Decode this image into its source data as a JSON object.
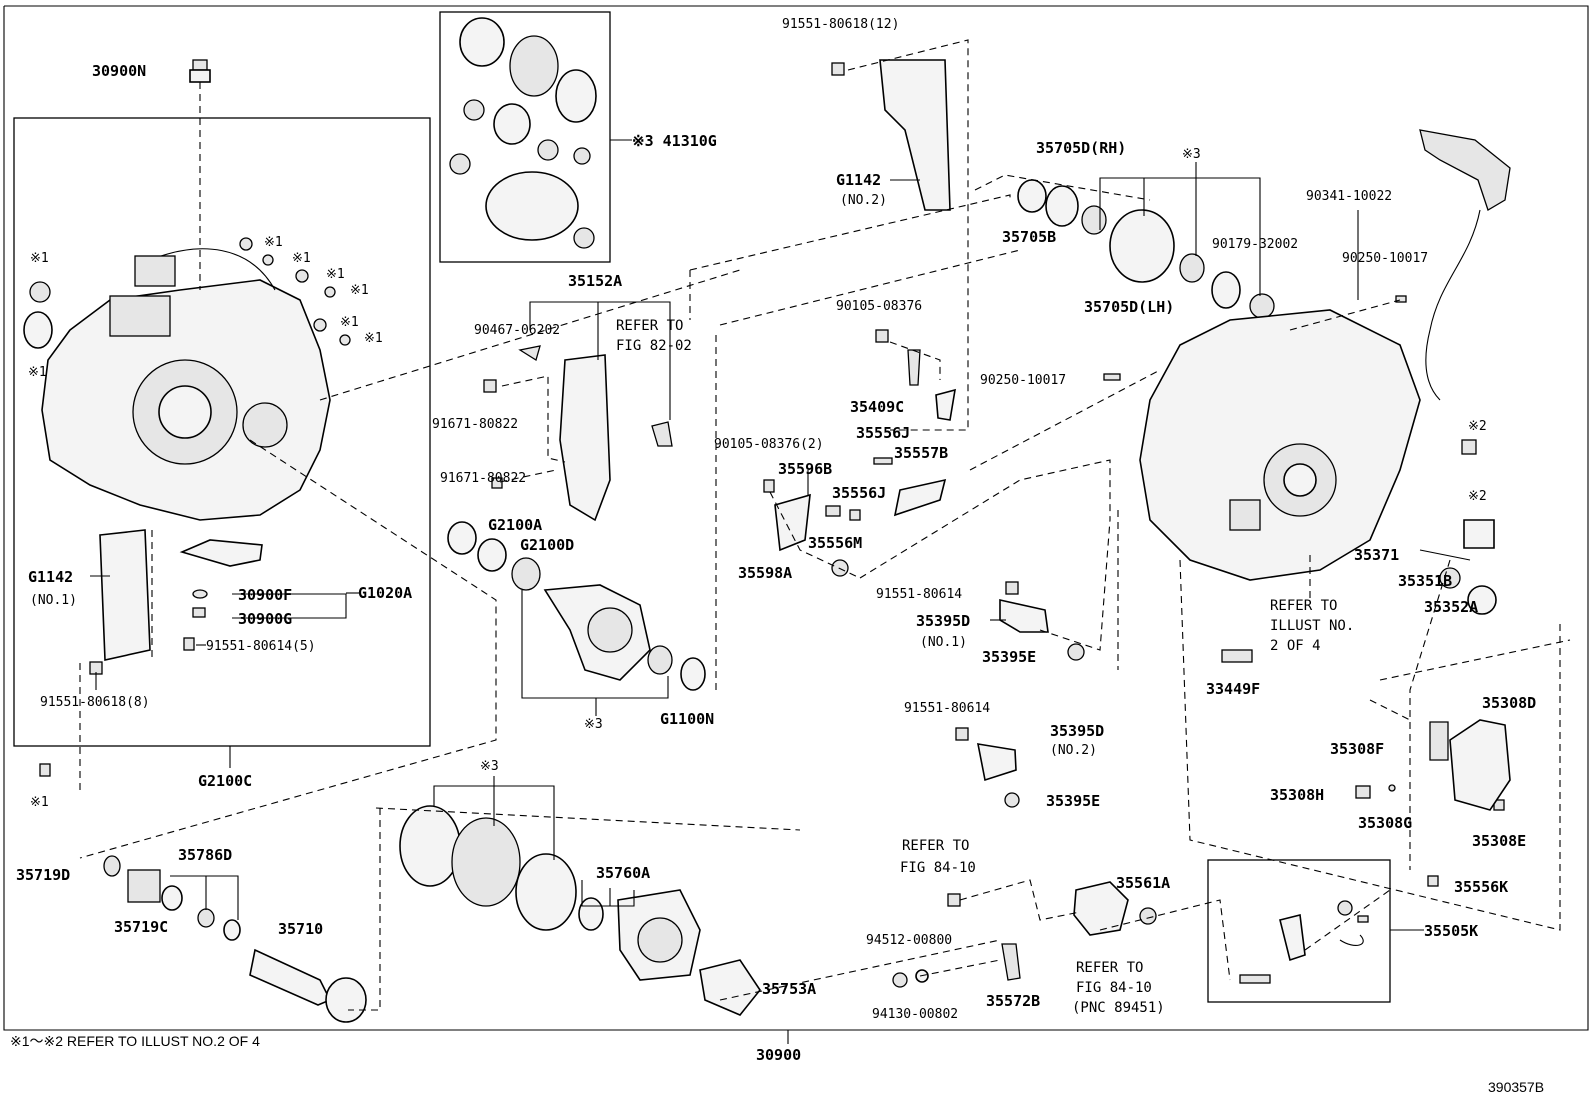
{
  "labels": {
    "p30900N": "30900N",
    "p41310G": "※3 41310G",
    "p91551_80618_12": "91551-80618(12)",
    "pG1142_2": "G1142",
    "pG1142_2_sub": "(NO.2)",
    "p35152A": "35152A",
    "p90467_06202": "90467-06202",
    "refer_82_02_a": "REFER TO",
    "refer_82_02_b": "FIG 82-02",
    "p91671_80822_a": "91671-80822",
    "p91671_80822_b": "91671-80822",
    "pG2100A": "G2100A",
    "pG2100D": "G2100D",
    "pG1142_1": "G1142",
    "pG1142_1_sub": "(NO.1)",
    "p30900F": "30900F",
    "p30900G": "30900G",
    "pG1020A": "G1020A",
    "p91551_80614_5": "91551-80614(5)",
    "p91551_80618_8": "91551-80618(8)",
    "pG2100C": "G2100C",
    "x1_a": "※1",
    "x1_b": "※1",
    "x1_c": "※1",
    "x1_d": "※1",
    "x1_e": "※1",
    "x1_f": "※1",
    "x1_g": "※1",
    "x1_h": "※1",
    "x1_i": "※1",
    "x3_diff": "※3",
    "pG1100N": "G1100N",
    "p35705D_RH": "35705D(RH)",
    "x3_top": "※3",
    "p35705B": "35705B",
    "p90179_32002": "90179-32002",
    "p35705D_LH": "35705D(LH)",
    "p90341_10022": "90341-10022",
    "p90250_10017_a": "90250-10017",
    "p90105_08376": "90105-08376",
    "p90250_10017_b": "90250-10017",
    "p35409C": "35409C",
    "p35556J_a": "35556J",
    "p35557B": "35557B",
    "p90105_08376_2": "90105-08376(2)",
    "p35596B": "35596B",
    "p35556J_b": "35556J",
    "p35556M": "35556M",
    "p35598A": "35598A",
    "x2_a": "※2",
    "x2_b": "※2",
    "p35371": "35371",
    "p35351B": "35351B",
    "p35352A": "35352A",
    "refer_illust_a": "REFER TO",
    "refer_illust_b": "ILLUST NO.",
    "refer_illust_c": "2 OF 4",
    "p91551_80614_a": "91551-80614",
    "p35395D_1": "35395D",
    "p35395D_1_sub": "(NO.1)",
    "p35395E_a": "35395E",
    "p33449F": "33449F",
    "p91551_80614_b": "91551-80614",
    "p35395D_2": "35395D",
    "p35395D_2_sub": "(NO.2)",
    "p35395E_b": "35395E",
    "p35308D": "35308D",
    "p35308F": "35308F",
    "p35308H": "35308H",
    "p35308G": "35308G",
    "p35308E": "35308E",
    "x3_bottom": "※3",
    "p35719D": "35719D",
    "p35786D": "35786D",
    "p35719C": "35719C",
    "p35710": "35710",
    "p35760A": "35760A",
    "p35753A": "35753A",
    "refer_84_10_a1": "REFER TO",
    "refer_84_10_a2": "FIG 84-10",
    "p94512_00800": "94512-00800",
    "p94130_00802": "94130-00802",
    "p35561A": "35561A",
    "p35572B": "35572B",
    "refer_84_10_b1": "REFER TO",
    "refer_84_10_b2": "FIG 84-10",
    "refer_84_10_b3": "(PNC 89451)",
    "p35556K": "35556K",
    "p35505K": "35505K",
    "p30900": "30900",
    "footnote": "※1～※2 REFER TO ILLUST NO.2 OF 4",
    "code": "390357B"
  }
}
